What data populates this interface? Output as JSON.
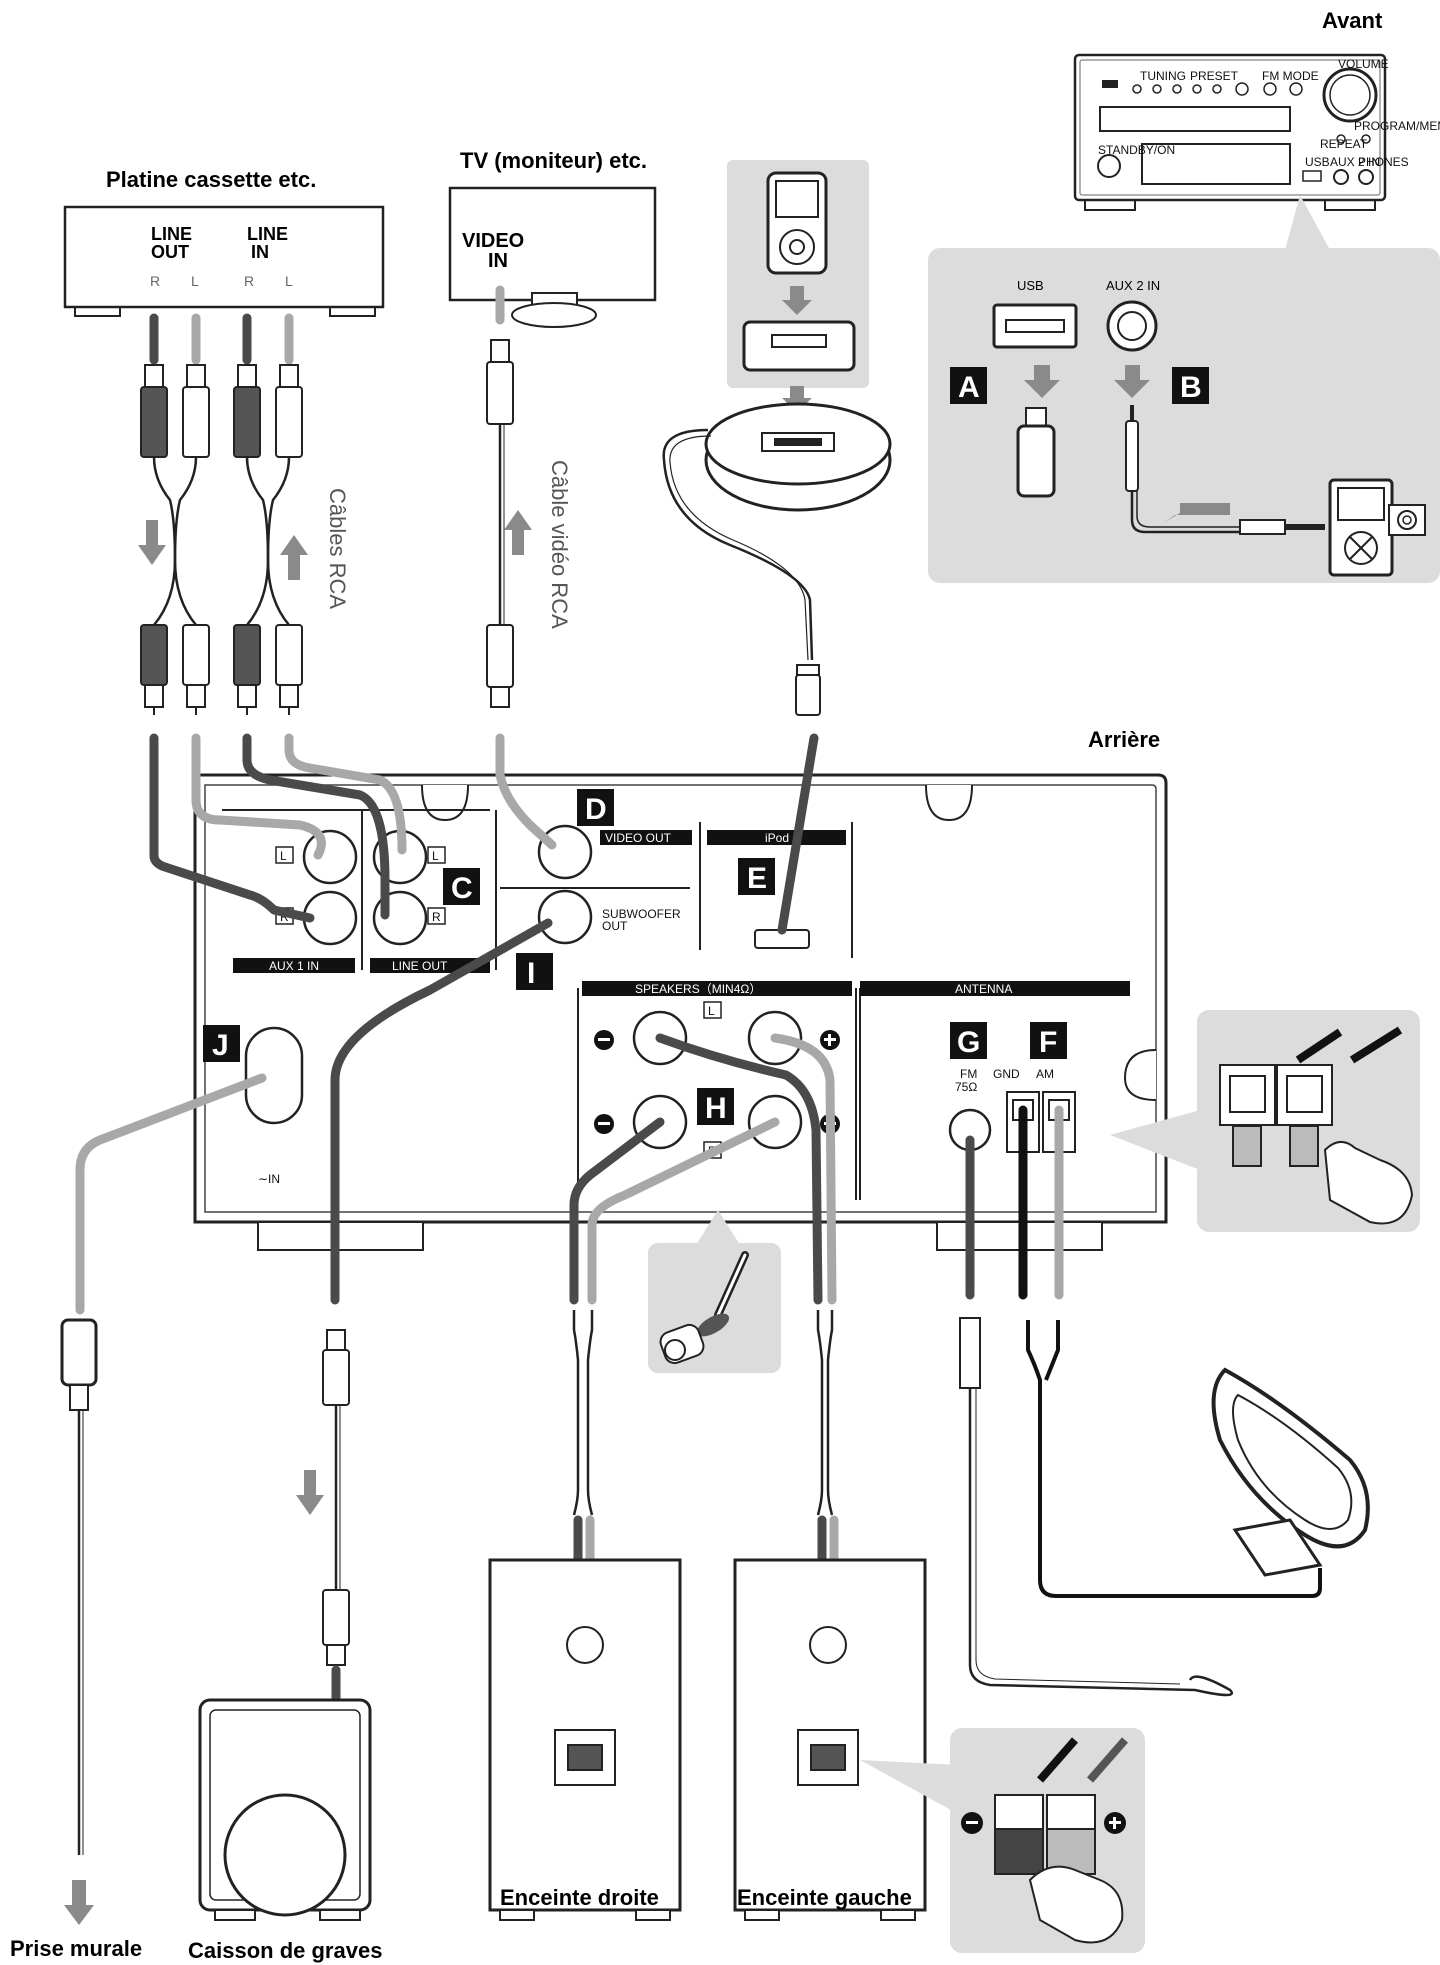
{
  "labels": {
    "front": "Avant",
    "rear": "Arrière",
    "cassette": "Platine cassette etc.",
    "tv": "TV (moniteur) etc.",
    "line_out": "LINE\nOUT",
    "line_in": "LINE\nIN",
    "video_in": "VIDEO\nIN",
    "rca_cables": "Câbles RCA",
    "rca_video_cable": "Câble vidéo RCA",
    "wall_outlet": "Prise murale",
    "subwoofer": "Caisson de graves",
    "right_speaker": "Enceinte droite",
    "left_speaker": "Enceinte gauche"
  },
  "panel": {
    "video_out": "VIDEO OUT",
    "ipod": "iPod",
    "subwoofer_out": "SUBWOOFER\nOUT",
    "aux1_in": "AUX 1 IN",
    "line_out": "LINE OUT",
    "speakers": "SPEAKERS（MIN4Ω）",
    "antenna": "ANTENNA",
    "fm": "FM\n75Ω",
    "gnd": "GND",
    "am": "AM",
    "ac_in": "∼IN",
    "usb": "USB",
    "aux2_in": "AUX 2 IN",
    "ch_r": "R",
    "ch_l": "L",
    "ch_box_l": "L",
    "ch_box_r": "R",
    "minus": "−",
    "plus": "+"
  },
  "tags": {
    "a": "A",
    "b": "B",
    "c": "C",
    "d": "D",
    "e": "E",
    "f": "F",
    "g": "G",
    "h": "H",
    "i": "I",
    "j": "J"
  },
  "front_panel": {
    "volume": "VOLUME",
    "tuning": "TUNING",
    "preset": "PRESET",
    "fm_mode": "FM MODE",
    "standby_on": "STANDBY/ON",
    "repeat": "REPEAT",
    "program_memory": "PROGRAM/MEMORY",
    "usb": "USB",
    "aux2_in": "AUX 2 IN",
    "phones": "PHONES"
  },
  "colors": {
    "dark_wire": "#4a4a4a",
    "light_wire": "#a8a8a8",
    "callout_gray": "#dcdcdc"
  }
}
